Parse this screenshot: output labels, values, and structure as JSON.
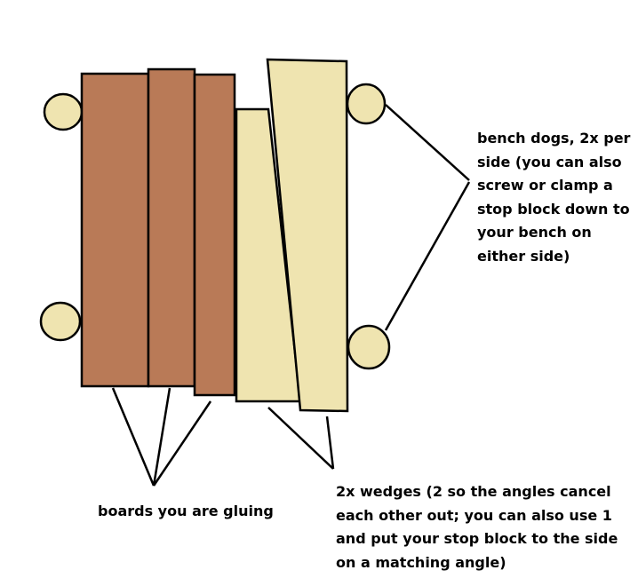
{
  "colors": {
    "board": "#b97a57",
    "wood_light": "#efe4b0",
    "stroke": "#000000",
    "text": "#000000",
    "background": "#ffffff"
  },
  "labels": {
    "bench_dogs": [
      "bench dogs, 2x per",
      "side (you can also",
      "screw or clamp a",
      "stop block down to",
      "your bench on",
      "either side)"
    ],
    "boards": [
      "boards you are gluing"
    ],
    "wedges": [
      "2x wedges (2 so the angles cancel",
      "each other out; you can also use 1",
      "and put your stop block to the side",
      "on a matching angle)"
    ]
  }
}
